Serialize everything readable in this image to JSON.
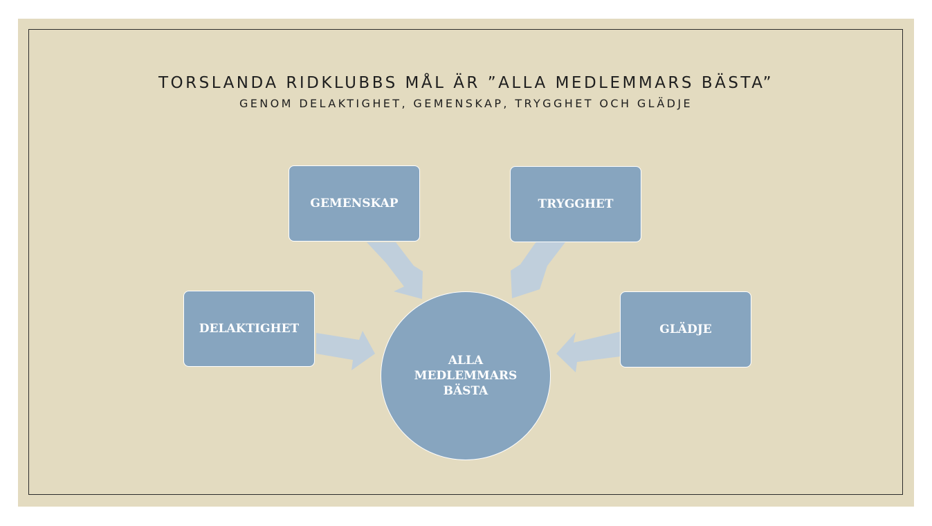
{
  "slide": {
    "title": "TORSLANDA RIDKLUBBS MÅL ÄR ”ALLA MEDLEMMARS BÄSTA”",
    "subtitle": "GENOM DELAKTIGHET, GEMENSKAP, TRYGGHET OCH GLÄDJE"
  },
  "diagram": {
    "center": "ALLA MEDLEMMARS BÄSTA",
    "nodes": [
      "GEMENSKAP",
      "TRYGGHET",
      "DELAKTIGHET",
      "GLÄDJE"
    ]
  },
  "colors": {
    "slide_background": "#e3dbc0",
    "shape_fill": "#87a5bf",
    "arrow_fill": "#c0cfdc",
    "text_dark": "#1e1e1e"
  }
}
